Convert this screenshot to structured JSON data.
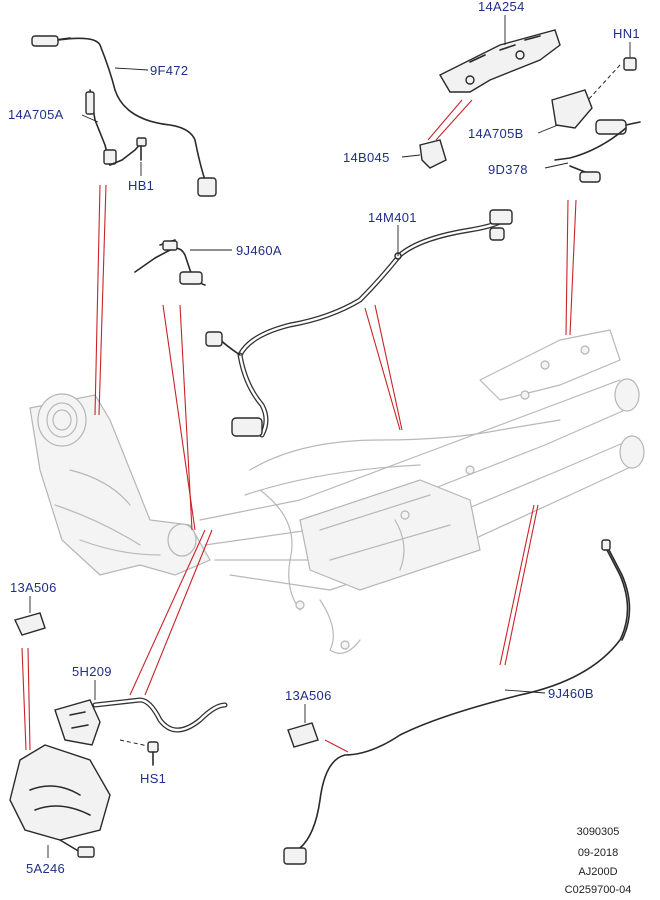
{
  "callouts": {
    "c9F472": "9F472",
    "c14A705A": "14A705A",
    "cHB1": "HB1",
    "c9J460A": "9J460A",
    "c14A254": "14A254",
    "cHN1": "HN1",
    "c14A705B": "14A705B",
    "c14B045": "14B045",
    "c9D378": "9D378",
    "c14M401": "14M401",
    "c13A506_left": "13A506",
    "c5H209": "5H209",
    "cHS1": "HS1",
    "c5A246": "5A246",
    "c13A506_right": "13A506",
    "c9J460B": "9J460B"
  },
  "meta": {
    "line1": "3090305",
    "line2": "09-2018",
    "line3": "AJ200D",
    "line4": "C0259700-04"
  }
}
